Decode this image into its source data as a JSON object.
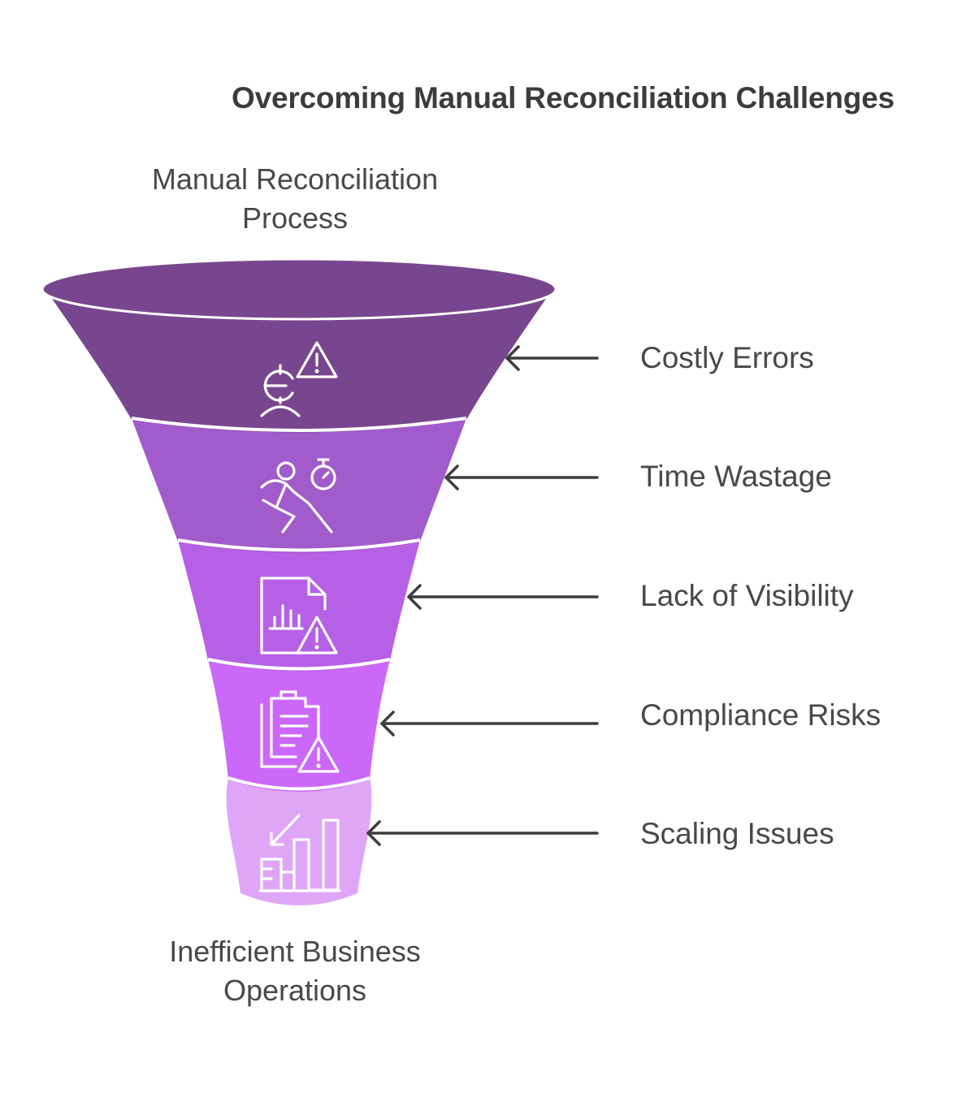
{
  "title": "Overcoming Manual Reconciliation Challenges",
  "top_label": "Manual Reconciliation Process",
  "bottom_label": "Inefficient Business Operations",
  "stages": [
    {
      "label": "Costly Errors",
      "icon": "money-warning-icon",
      "color": "#78468e"
    },
    {
      "label": "Time Wastage",
      "icon": "runner-stopwatch-icon",
      "color": "#a25bcb"
    },
    {
      "label": "Lack of Visibility",
      "icon": "report-warning-icon",
      "color": "#b660e6"
    },
    {
      "label": "Compliance Risks",
      "icon": "clipboard-warning-icon",
      "color": "#cb68fa"
    },
    {
      "label": "Scaling Issues",
      "icon": "declining-chart-icon",
      "color": "#dfa6f7"
    }
  ],
  "colors": {
    "rim": "#78468e",
    "arrow": "#3d3d3d",
    "text": "#484848",
    "icon_stroke": "#ffffff"
  }
}
